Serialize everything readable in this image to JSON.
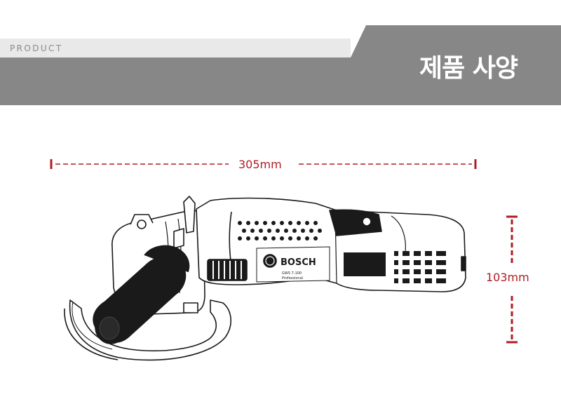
{
  "header": {
    "section_label": "PRODUCT",
    "title": "제품 사양"
  },
  "product": {
    "brand": "BOSCH",
    "model": "GWS 7-100",
    "line": "Professional"
  },
  "dimensions": {
    "length_label": "305mm",
    "height_label": "103mm"
  },
  "colors": {
    "banner_dark": "#878787",
    "banner_light": "#e8e8e8",
    "dimension_red": "#b01c24"
  }
}
